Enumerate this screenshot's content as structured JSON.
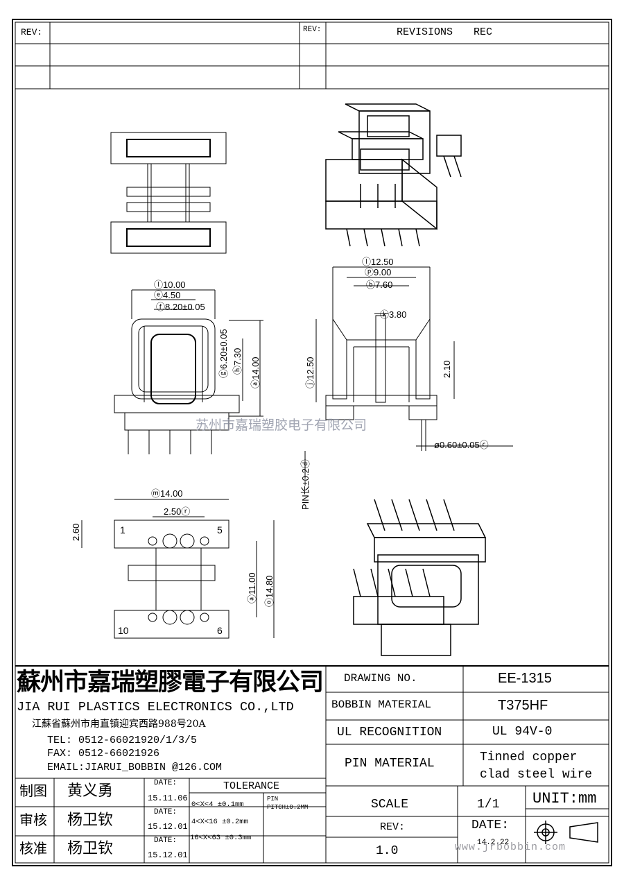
{
  "revision_header": {
    "rev_label_left": "REV:",
    "rev_label_right": "REV:",
    "revisions": "REVISIONS",
    "rec": "REC"
  },
  "dimensions": {
    "d_i": "ⓛ10.00",
    "d_e": "ⓔ4.50",
    "d_f": "ⓕ8.20±0.05",
    "d_g": "ⓖ6.20±0.05",
    "d_h": "ⓗ7.30",
    "d_a": "ⓐ14.00",
    "d_l": "ⓛ12.50",
    "d_p": "ⓟ9.00",
    "d_b": "ⓑ7.60",
    "d_k": "ⓚ3.80",
    "d_j": "ⓙ12.50",
    "d_210": "2.10",
    "d_pin": "ø0.60±0.05ⓒ",
    "pin_len": "PIN长±0.2ⓓ",
    "d_m": "ⓜ14.00",
    "d_r": "2.50ⓡ",
    "d_260": "2.60",
    "d_n": "ⓐ11.00",
    "d_o": "ⓞ14.80",
    "pin1": "1",
    "pin5": "5",
    "pin10": "10",
    "pin6": "6"
  },
  "watermark": "苏州市嘉瑞塑胶电子有限公司",
  "company": {
    "name_cn": "蘇州市嘉瑞塑膠電子有限公司",
    "name_en": "JIA RUI PLASTICS ELECTRONICS CO.,LTD",
    "address": "江蘇省蘇州市甪直镇迎宾西路988号20A",
    "tel": "TEL: 0512-66021920/1/3/5",
    "fax": "FAX: 0512-66021926",
    "email": "EMAIL:JIARUI_BOBBIN @126.COM"
  },
  "signoff": [
    {
      "role": "制图",
      "name": "黄义勇",
      "date_label": "DATE:",
      "date": "15.11.06"
    },
    {
      "role": "审核",
      "name": "杨卫钦",
      "date_label": "DATE:",
      "date": "15.12.01"
    },
    {
      "role": "核准",
      "name": "杨卫钦",
      "date_label": "DATE:",
      "date": "15.12.01"
    }
  ],
  "tolerance": {
    "title": "TOLERANCE",
    "rows": [
      "0<X<4  ±0.1mm",
      "4<X<16 ±0.2mm",
      "16<X<63 ±0.3mm"
    ],
    "pin_label": "PIN",
    "pin_pitch": "PITCH±0.2MM"
  },
  "specs": {
    "drawing_no_label": "DRAWING   NO.",
    "drawing_no": "EE-1315",
    "bobbin_material_label": "BOBBIN   MATERIAL",
    "bobbin_material": "T375HF",
    "ul_label": "UL RECOGNITION",
    "ul_value": "UL 94V-0",
    "pin_material_label": "PIN MATERIAL",
    "pin_material_1": "Tinned copper",
    "pin_material_2": "clad steel wire",
    "scale_label": "SCALE",
    "scale": "1/1",
    "unit": "UNIT:mm",
    "rev_label": "REV:",
    "rev": "1.0",
    "date_label": "DATE:",
    "date": "14.2.22",
    "website": "www.jrbobbin.com"
  }
}
